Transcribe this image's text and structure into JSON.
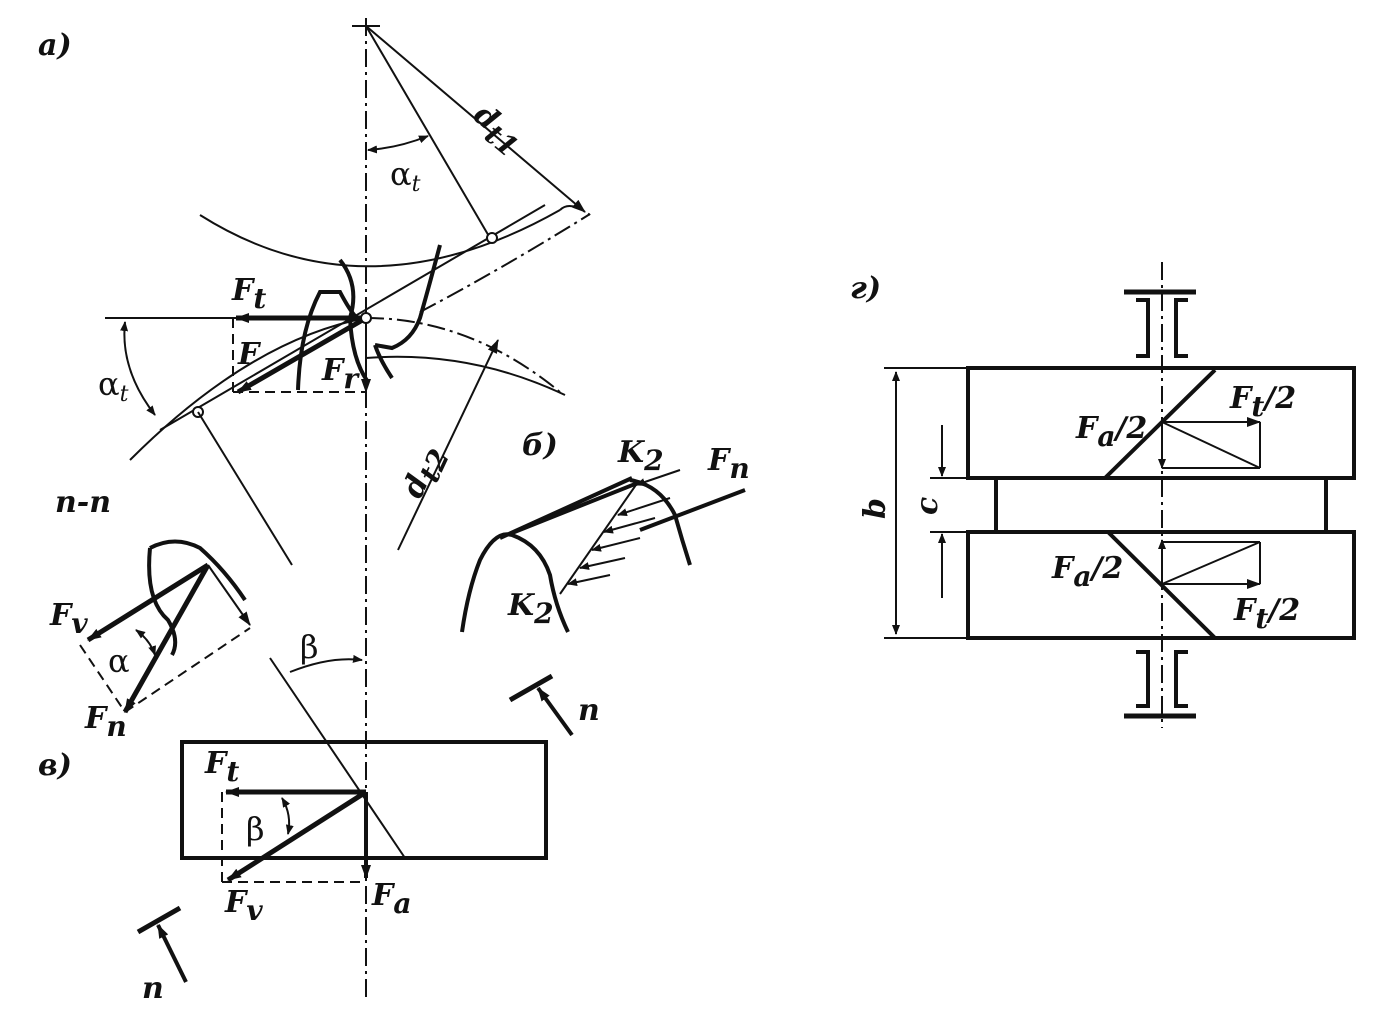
{
  "panels": {
    "a": "а)",
    "b": "б)",
    "v": "в)",
    "g": "г)"
  },
  "labels": {
    "d_t1": "d_t1",
    "d_t2": "d_t2",
    "alpha_t_top": "α_t",
    "alpha_t_left": "α_t",
    "F_t_a": "F_t",
    "F_a_panel": "F",
    "F_r": "F_r",
    "section_nn": "n-n",
    "F_v_left": "F_v",
    "alpha": "α",
    "F_n_left": "F_n",
    "beta_top": "β",
    "K2_top": "K_2",
    "K2_bottom": "K_2",
    "F_n_b": "F_n",
    "n_right": "n",
    "F_t_v": "F_t",
    "beta_v": "β",
    "F_v_v": "F_v",
    "F_a_v": "F_a",
    "n_bottom": "n",
    "b_dim": "b",
    "c_dim": "c",
    "Fa2_top": "F_a/2",
    "Ft2_top": "F_t/2",
    "Fa2_bottom": "F_a/2",
    "Ft2_bottom": "F_t/2"
  }
}
